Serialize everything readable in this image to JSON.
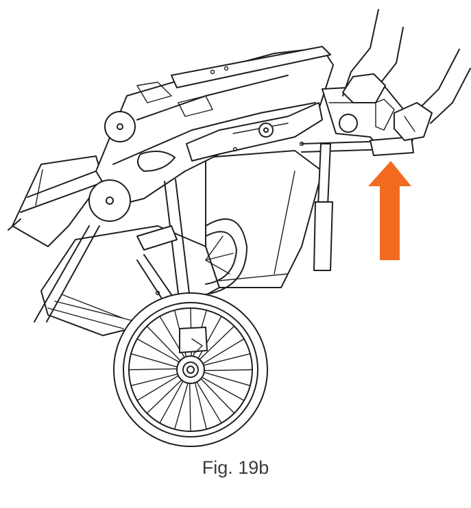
{
  "figure": {
    "caption": "Fig. 19b",
    "arrow_color": "#f36b21",
    "line_color": "#1e1e1e",
    "background": "#ffffff",
    "arrow_direction": "up",
    "wheel_spoke_count": 24
  }
}
